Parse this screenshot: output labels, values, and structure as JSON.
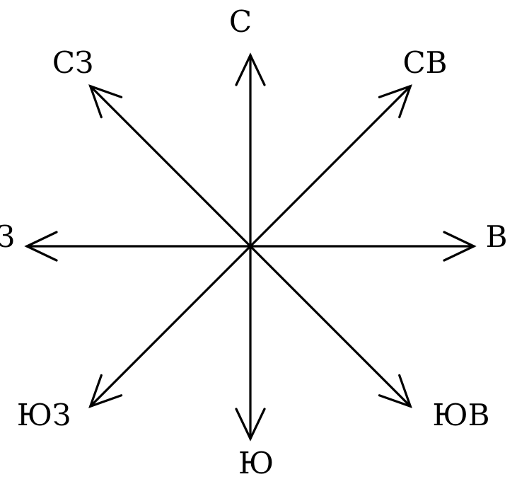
{
  "diagram": {
    "title": "Compass rose",
    "color": "#000000",
    "directions": [
      {
        "label": "С",
        "bearing": 0
      },
      {
        "label": "СВ",
        "bearing": 45
      },
      {
        "label": "В",
        "bearing": 90
      },
      {
        "label": "ЮВ",
        "bearing": 135
      },
      {
        "label": "Ю",
        "bearing": 180
      },
      {
        "label": "ЮЗ",
        "bearing": 225
      },
      {
        "label": "З",
        "bearing": 270
      },
      {
        "label": "СЗ",
        "bearing": 315
      }
    ]
  }
}
